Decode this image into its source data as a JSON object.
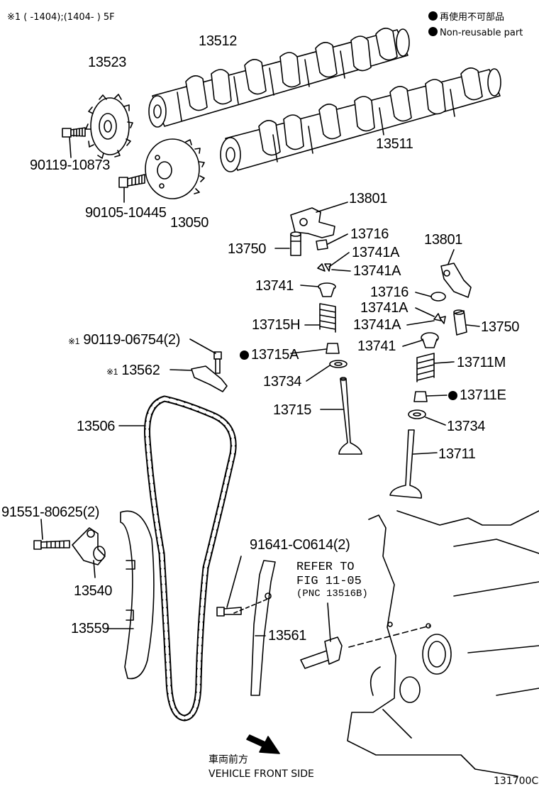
{
  "header": {
    "applicability_note": "※1 (      -1404);(1404-       ) 5F"
  },
  "legend": {
    "jp_label": "再使用不可部品",
    "en_label": "Non-reusable part"
  },
  "direction": {
    "jp": "車両前方",
    "en": "VEHICLE FRONT SIDE"
  },
  "reference": {
    "line1": "REFER TO",
    "line2": "FIG 11-05",
    "line3": "(PNC 13516B)"
  },
  "markers": {
    "note": "※1"
  },
  "diagram_code": "131700C",
  "parts": {
    "p13512": "13512",
    "p13523": "13523",
    "p13511": "13511",
    "p90119_10873": "90119-10873",
    "p90105_10445": "90105-10445",
    "p13050": "13050",
    "p13801_a": "13801",
    "p13750_a": "13750",
    "p13716_a": "13716",
    "p13741A_a": "13741A",
    "p13741A_b": "13741A",
    "p13741_a": "13741",
    "p13715H": "13715H",
    "p13715A": "13715A",
    "p13734_a": "13734",
    "p13715": "13715",
    "p13801_b": "13801",
    "p13716_b": "13716",
    "p13741A_c": "13741A",
    "p13741A_d": "13741A",
    "p13750_b": "13750",
    "p13741_b": "13741",
    "p13711M": "13711M",
    "p13711E": "13711E",
    "p13734_b": "13734",
    "p13711": "13711",
    "p90119_06754": "90119-06754(2)",
    "p13562": "13562",
    "p13506": "13506",
    "p91551_80625": "91551-80625(2)",
    "p13540": "13540",
    "p13559": "13559",
    "p91641_C0614": "91641-C0614(2)",
    "p13561": "13561"
  }
}
